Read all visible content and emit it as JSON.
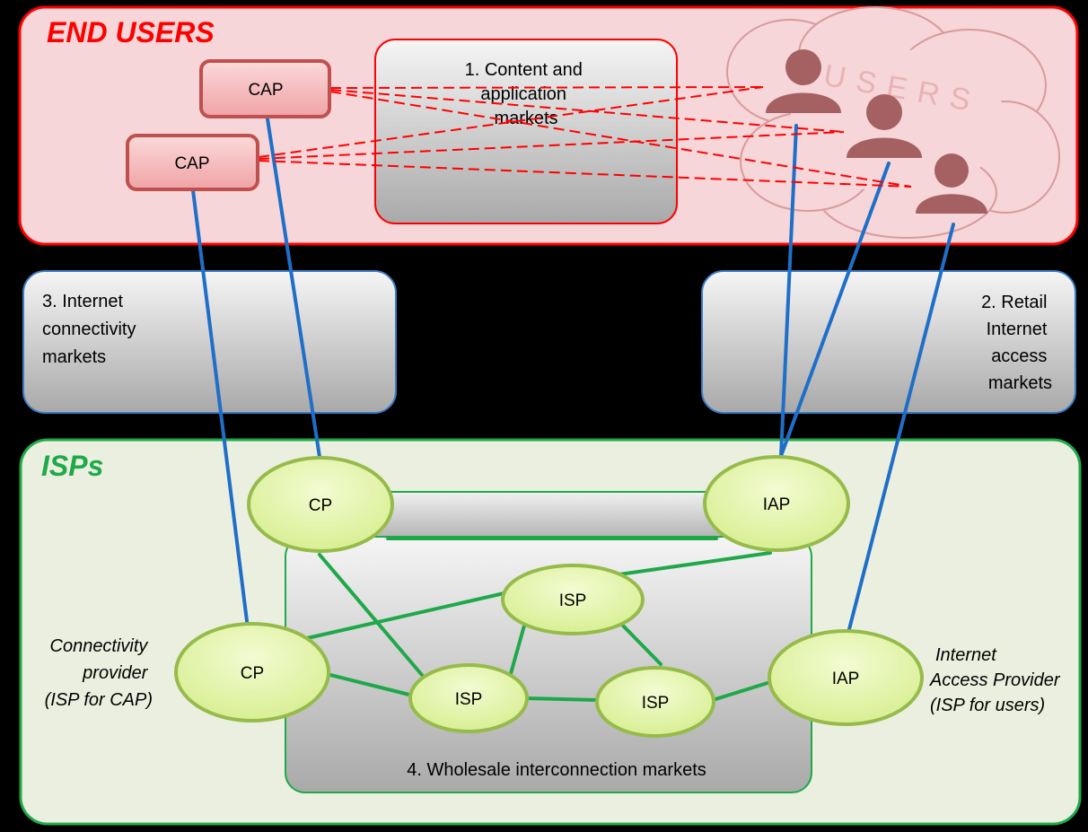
{
  "zones": {
    "end_users": {
      "title": "END USERS"
    },
    "isps": {
      "title": "ISPs"
    }
  },
  "markets": {
    "content": [
      "1. Content and",
      "application",
      "markets"
    ],
    "retail": [
      "2. Retail",
      "Internet",
      "access",
      "markets"
    ],
    "connectivity": [
      "3. Internet",
      "connectivity",
      "markets"
    ],
    "wholesale": "4. Wholesale interconnection markets"
  },
  "users_cloud_label": "USERS",
  "nodes": {
    "cap_top": "CAP",
    "cap_left": "CAP",
    "cp_top": "CP",
    "iap_top": "IAP",
    "isp_mid": "ISP",
    "cp_left": "CP",
    "isp_left": "ISP",
    "isp_right": "ISP",
    "iap_right": "IAP"
  },
  "annotations": {
    "connectivity_provider": [
      "Connectivity",
      "provider",
      "(ISP for CAP)"
    ],
    "internet_access_provider": [
      "Internet",
      "Access Provider",
      "(ISP for users)"
    ]
  },
  "colors": {
    "end_users_fill": "#f6d6d8",
    "end_users_stroke": "#ff0000",
    "isps_fill": "#ebefe0",
    "isps_stroke": "#1faa4a",
    "market_box_stroke": "#3a7cc4",
    "access_link": "#1f6fc8",
    "interconnect_link": "#1fa84a",
    "content_link": "#ff0000",
    "node_fill": "#e6f7b0",
    "node_stroke": "#96bb4a",
    "cap_fill": "#f6c0c2",
    "cap_stroke": "#c0504d",
    "user_icon": "#a56062"
  }
}
